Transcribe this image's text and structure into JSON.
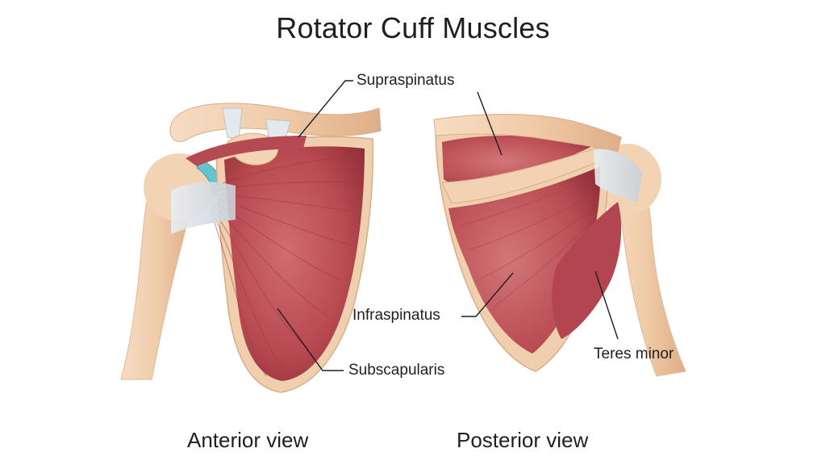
{
  "title": "Rotator Cuff Muscles",
  "labels": {
    "supraspinatus": "Supraspinatus",
    "infraspinatus": "Infraspinatus",
    "subscapularis": "Subscapularis",
    "teres_minor": "Teres minor"
  },
  "views": {
    "anterior": "Anterior view",
    "posterior": "Posterior view"
  }
}
